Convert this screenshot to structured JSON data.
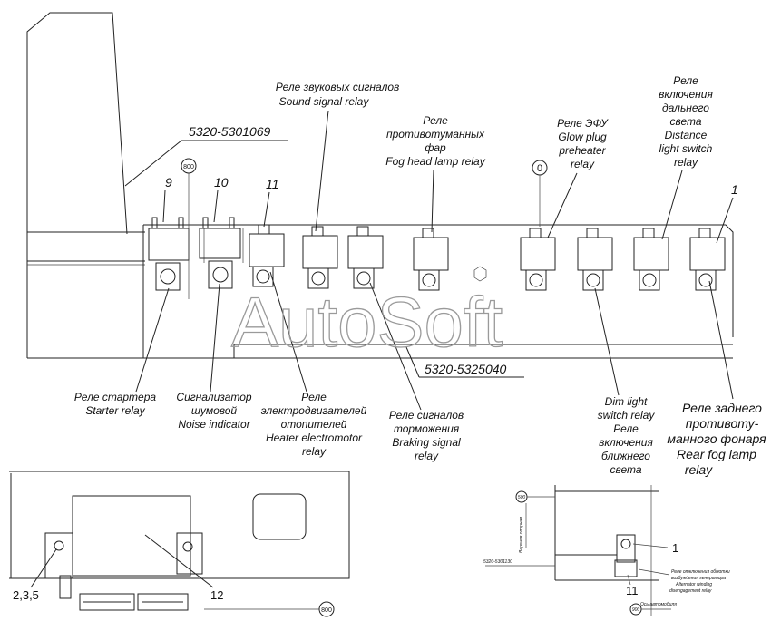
{
  "watermark": "AutoSoft",
  "part_numbers": {
    "bracket_top": "5320-5301069",
    "panel": "5320-5325040",
    "inset_bracket": "5320-5301130"
  },
  "callouts": {
    "c800_top": "800",
    "c0": "0",
    "c800_bottom": "800",
    "c500_inset": "500",
    "c900_inset": "900"
  },
  "item_numbers": {
    "n9": "9",
    "n10": "10",
    "n11": "11",
    "n1": "1",
    "n235": "2,3,5",
    "n12": "12",
    "inset_1": "1",
    "inset_11": "11"
  },
  "labels": {
    "sound_signal": [
      "Реле звуковых сигналов",
      "Sound signal relay"
    ],
    "fog_head": [
      "Реле",
      "противотуманных",
      "фар",
      "Fog head lamp relay"
    ],
    "glow_plug": [
      "Реле ЭФУ",
      "Glow plug",
      "preheater",
      "relay"
    ],
    "distance_light": [
      "Реле",
      "включения",
      "дальнего",
      "света",
      "Distance",
      "light switch",
      "relay"
    ],
    "starter": [
      "Реле стартера",
      "Starter relay"
    ],
    "noise": [
      "Сигнализатор",
      "шумовой",
      "Noise indicator"
    ],
    "heater": [
      "Реле",
      "электродвигателей",
      "отопителей",
      "Heater electromotor",
      "relay"
    ],
    "braking": [
      "Реле сигналов",
      "торможения",
      "Braking signal",
      "relay"
    ],
    "dim_light": [
      "Dim light",
      "switch relay",
      "Реле",
      "включения",
      "ближнего",
      "света"
    ],
    "rear_fog": [
      "Реле заднего",
      "противоту-",
      "манного фонаря",
      "Rear fog lamp",
      "relay"
    ],
    "inset_vertical": "Верхняя опорная",
    "inset_axis": "Ось автомобиля",
    "inset_alternator": [
      "Реле отключения обмотки",
      "возбуждения генератора",
      "Alternator winding",
      "disengagement relay"
    ]
  }
}
